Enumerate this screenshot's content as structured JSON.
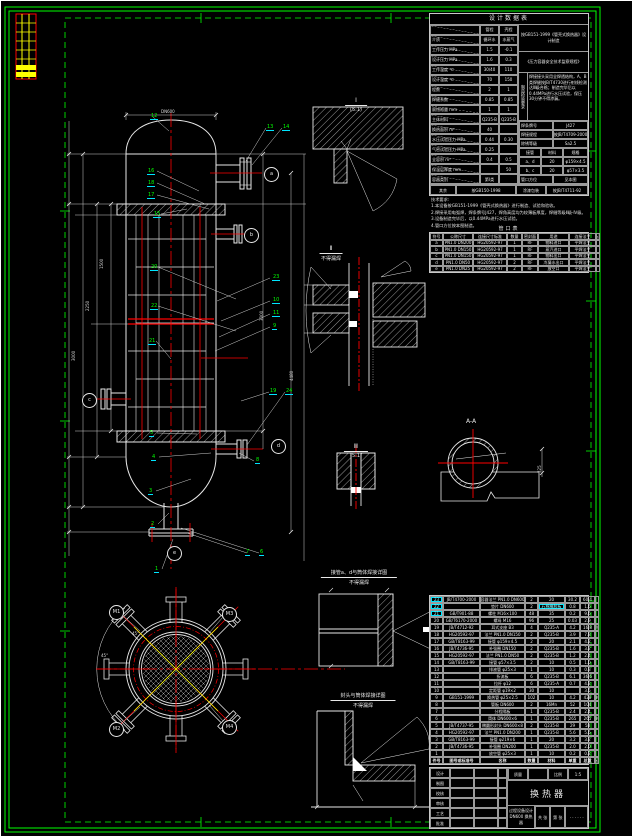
{
  "colors": {
    "background": "#000000",
    "linework": "#e8e8e8",
    "frame_green": "#00ff00",
    "centerline_red": "#ff0000",
    "accent_cyan": "#00e5ff",
    "zone_yellow": "#ffff00"
  },
  "design_table": {
    "title": "设计数据表",
    "rows": [
      [
        "",
        "管程",
        "壳程"
      ],
      [
        "介质",
        "循环水",
        "水蒸气"
      ],
      [
        "工作压力 MPa",
        "1.5",
        "-0.1"
      ],
      [
        "设计压力 MPa",
        "1.6",
        "0.3"
      ],
      [
        "工作温度 ℃",
        "30/40",
        "110"
      ],
      [
        "设计温度 ℃",
        "70",
        "150"
      ],
      [
        "程数",
        "2",
        "1"
      ],
      [
        "焊缝系数",
        "0.85",
        "0.85"
      ],
      [
        "腐蚀裕量 mm",
        "1",
        "1"
      ],
      [
        "主体材料",
        "Q235-B",
        "Q235-B"
      ],
      [
        "换热面积 m²",
        "40",
        ""
      ],
      [
        "水压试验压力 MPa",
        "0.44",
        "0.30"
      ],
      [
        "气密试验压力 MPa",
        "0.25",
        ""
      ],
      [
        "全容积 m³",
        "0.4",
        "0.5"
      ],
      [
        "保温层厚度 mm",
        "",
        "50"
      ],
      [
        "容器类别",
        "第Ⅰ类",
        ""
      ]
    ],
    "right": {
      "reg1": "按GB151-1999《管壳式换热器》设计制造",
      "reg2": "《压力容器安全技术监察规程》",
      "mfg_label": "制造检验要求",
      "mfg_text": "焊接接头采用全焊透结构，A、B类焊缝按JB/T4730进行射线检测达Ⅲ级合格；制造完毕后以0.44MPa进行水压试验，保压30分钟不得渗漏。",
      "kv": [
        [
          "焊条牌号",
          "J427"
        ],
        [
          "焊接规程",
          "按JB/T4709-2000"
        ],
        [
          "除锈等级",
          "Sa2.5"
        ]
      ],
      "mini_header": [
        "接管",
        "材料",
        "规格"
      ],
      "mini_rows": [
        [
          "a、d",
          "20",
          "φ159×4.5"
        ],
        [
          "b、c",
          "20",
          "φ57×3.5"
        ]
      ],
      "kv2": [
        [
          "管口方位",
          "见本图"
        ]
      ]
    },
    "bottom_row": [
      "其余",
      "按GB150-1998",
      "涂漆包装",
      "按JB/T4711-92"
    ]
  },
  "notes": [
    "技术要求:",
    "1.本设备按GB151-1999《管壳式换热器》进行制造、试验和验收。",
    "2.焊接采用电弧焊，焊条牌号J427，焊角高度均为较薄板厚度，焊缝等级Ⅱ级-Ⅳ级。",
    "3.设备制造完毕后，以0.44MPa进行水压试验。",
    "4.管口方位按本图制造。"
  ],
  "nozzle_table": {
    "title": "管口表",
    "header": [
      "符号",
      "公称尺寸",
      "连接尺寸标准",
      "数量",
      "密封面",
      "用途",
      "连接法兰",
      "备注"
    ],
    "rows": [
      [
        "a",
        "PN1.0 DN200",
        "HG20592-97",
        "1",
        "RF",
        "物料进口",
        "平焊法兰",
        ""
      ],
      [
        "b",
        "PN1.0 DN150",
        "HG20592-97",
        "1",
        "RF",
        "蒸汽进口",
        "平焊法兰",
        ""
      ],
      [
        "c",
        "PN1.0 DN150",
        "HG20592-97",
        "1",
        "RF",
        "物料出口",
        "平焊法兰",
        ""
      ],
      [
        "d",
        "PN1.0 DN50",
        "HG20592-97",
        "2",
        "RF",
        "冷凝水出口",
        "平焊法兰",
        ""
      ],
      [
        "e",
        "PN1.0 DN25",
        "HG20592-97",
        "2",
        "RF",
        "放空口",
        "平焊法兰",
        ""
      ]
    ]
  },
  "parts_list": {
    "header": [
      "件号",
      "图号或标准号",
      "名称",
      "数量",
      "材料",
      "单重",
      "总重",
      "备注"
    ],
    "rows": [
      [
        "23",
        "JB/T4700-2000",
        "容器法兰 PN1.0 DN600",
        "2",
        "20",
        "30.2",
        "60.4",
        ""
      ],
      [
        "22",
        "",
        "垫片 DN600",
        "2",
        "石棉橡胶板",
        "0.8",
        "1.6",
        ""
      ],
      [
        "21",
        "GB/T901-88",
        "螺柱 M16×100",
        "48",
        "35",
        "0.2",
        "9.6",
        ""
      ],
      [
        "20",
        "GB/T6170-2000",
        "螺母 M16",
        "96",
        "25",
        "0.03",
        "2.9",
        ""
      ],
      [
        "19",
        "JB/T4712-92",
        "耳式支座 B3",
        "4",
        "Q235-A",
        "4.2",
        "16.8",
        "焊接"
      ],
      [
        "18",
        "HG20592-97",
        "法兰 PN1.0 DN150",
        "2",
        "Q235-B",
        "3.9",
        "7.8",
        ""
      ],
      [
        "17",
        "GB/T8163-99",
        "接管 φ159×4.5",
        "2",
        "20",
        "2.1",
        "4.2",
        ""
      ],
      [
        "16",
        "JB/T4736-95",
        "补强圈 DN150",
        "2",
        "Q235-B",
        "1.6",
        "3.2",
        ""
      ],
      [
        "15",
        "HG20592-97",
        "法兰 PN1.0 DN50",
        "2",
        "Q235-B",
        "1.2",
        "2.4",
        ""
      ],
      [
        "14",
        "GB/T8163-99",
        "接管 φ57×3.5",
        "2",
        "10",
        "0.5",
        "1.0",
        ""
      ],
      [
        "13",
        "",
        "排液管 φ25×3",
        "1",
        "10",
        "0.3",
        "0.3",
        ""
      ],
      [
        "12",
        "",
        "折流板",
        "6",
        "Q235-B",
        "6.1",
        "36.6",
        ""
      ],
      [
        "11",
        "",
        "拉杆 φ12",
        "6",
        "Q235-A",
        "0.7",
        "4.2",
        ""
      ],
      [
        "10",
        "",
        "定距管 φ19×2",
        "30",
        "10",
        "",
        "3.5",
        ""
      ],
      [
        "9",
        "GB151-1999",
        "换热管 φ25×2.5",
        "102",
        "10",
        "4.2",
        "428",
        "L=3000"
      ],
      [
        "8",
        "",
        "管板 DN600",
        "2",
        "16Mn",
        "52",
        "104",
        ""
      ],
      [
        "7",
        "",
        "分程隔板",
        "1",
        "Q235-B",
        "2.4",
        "2.4",
        ""
      ],
      [
        "6",
        "",
        "筒体 DN600×6",
        "1",
        "Q235-B",
        "265",
        "265",
        "L=3000"
      ],
      [
        "5",
        "JB/T4737-95",
        "椭圆形封头 DN600×8",
        "2",
        "Q235-B",
        "29",
        "58",
        ""
      ],
      [
        "4",
        "HG20592-97",
        "法兰 PN1.0 DN200",
        "1",
        "Q235-B",
        "5.6",
        "5.6",
        ""
      ],
      [
        "3",
        "GB/T8163-99",
        "接管 φ219×6",
        "1",
        "20",
        "3.2",
        "3.2",
        ""
      ],
      [
        "2",
        "JB/T4736-95",
        "补强圈 DN200",
        "1",
        "Q235-B",
        "2.0",
        "2.0",
        ""
      ],
      [
        "1",
        "",
        "放空管 φ25×3",
        "1",
        "10",
        "0.2",
        "0.2",
        ""
      ]
    ],
    "highlights": [
      [
        0,
        0
      ],
      [
        1,
        0
      ],
      [
        2,
        0
      ],
      [
        1,
        4
      ]
    ]
  },
  "title_block": {
    "sig_rows": [
      [
        "设计",
        "",
        "",
        ""
      ],
      [
        "制图",
        "",
        "",
        ""
      ],
      [
        "校核",
        "",
        "",
        ""
      ],
      [
        "审核",
        "",
        "",
        ""
      ],
      [
        "工艺",
        "",
        "",
        ""
      ],
      [
        "批准",
        "",
        "",
        ""
      ]
    ],
    "mass_label": "质量",
    "scale_label": "比例",
    "scale": "1:5",
    "name": "换热器",
    "sub1": "过程设备设计",
    "sub2": "DN600 换热器",
    "sheet1": "共 张",
    "sheet2": "第 张",
    "dots": "· · · · · ·"
  },
  "details": {
    "d1_l1": "Ⅰ",
    "d1_l2": "(5:1)",
    "d2_l1": "Ⅱ",
    "d2_l2": "不得漏焊",
    "d3_l1": "Ⅲ",
    "d3_l2": "(5:1)",
    "aa": "A-A",
    "w1_l1": "接管a、d与筒体焊接详图",
    "w1_l2": "不得漏焊",
    "w2_l1": "封头与筒体焊接详图",
    "w2_l2": "不得漏焊"
  },
  "balloons": [
    [
      149,
      113,
      "12"
    ],
    [
      146,
      168,
      "16"
    ],
    [
      146,
      180,
      "18"
    ],
    [
      146,
      192,
      "17"
    ],
    [
      152,
      211,
      "15"
    ],
    [
      149,
      264,
      "20"
    ],
    [
      149,
      303,
      "22"
    ],
    [
      147,
      338,
      "21"
    ],
    [
      148,
      430,
      "5"
    ],
    [
      150,
      454,
      "4"
    ],
    [
      147,
      488,
      "3"
    ],
    [
      149,
      521,
      "2"
    ],
    [
      153,
      566,
      "1"
    ],
    [
      265,
      124,
      "13"
    ],
    [
      281,
      124,
      "14"
    ],
    [
      271,
      274,
      "23"
    ],
    [
      271,
      297,
      "10"
    ],
    [
      271,
      310,
      "11"
    ],
    [
      271,
      323,
      "9"
    ],
    [
      268,
      388,
      "19"
    ],
    [
      284,
      388,
      "24"
    ],
    [
      254,
      457,
      "8"
    ],
    [
      244,
      549,
      "7"
    ],
    [
      258,
      549,
      "6"
    ]
  ],
  "tags": [
    [
      263,
      166,
      "a"
    ],
    [
      243,
      227,
      "b"
    ],
    [
      81,
      392,
      "c"
    ],
    [
      270,
      438,
      "d"
    ],
    [
      166,
      545,
      "e"
    ],
    [
      108,
      604,
      "M1"
    ],
    [
      221,
      606,
      "M3"
    ],
    [
      108,
      721,
      "M2"
    ],
    [
      221,
      719,
      "M4"
    ]
  ],
  "dims": [
    [
      70,
      360,
      "3000",
      -90
    ],
    [
      84,
      310,
      "2250",
      -90
    ],
    [
      98,
      268,
      "1500",
      -90
    ],
    [
      258,
      320,
      "3000",
      -90
    ],
    [
      288,
      380,
      "4480",
      -90
    ],
    [
      160,
      108,
      "DN600",
      0
    ],
    [
      536,
      472,
      "325",
      -90
    ],
    [
      131,
      630,
      "45°",
      0
    ],
    [
      100,
      652,
      "45°",
      0
    ]
  ]
}
